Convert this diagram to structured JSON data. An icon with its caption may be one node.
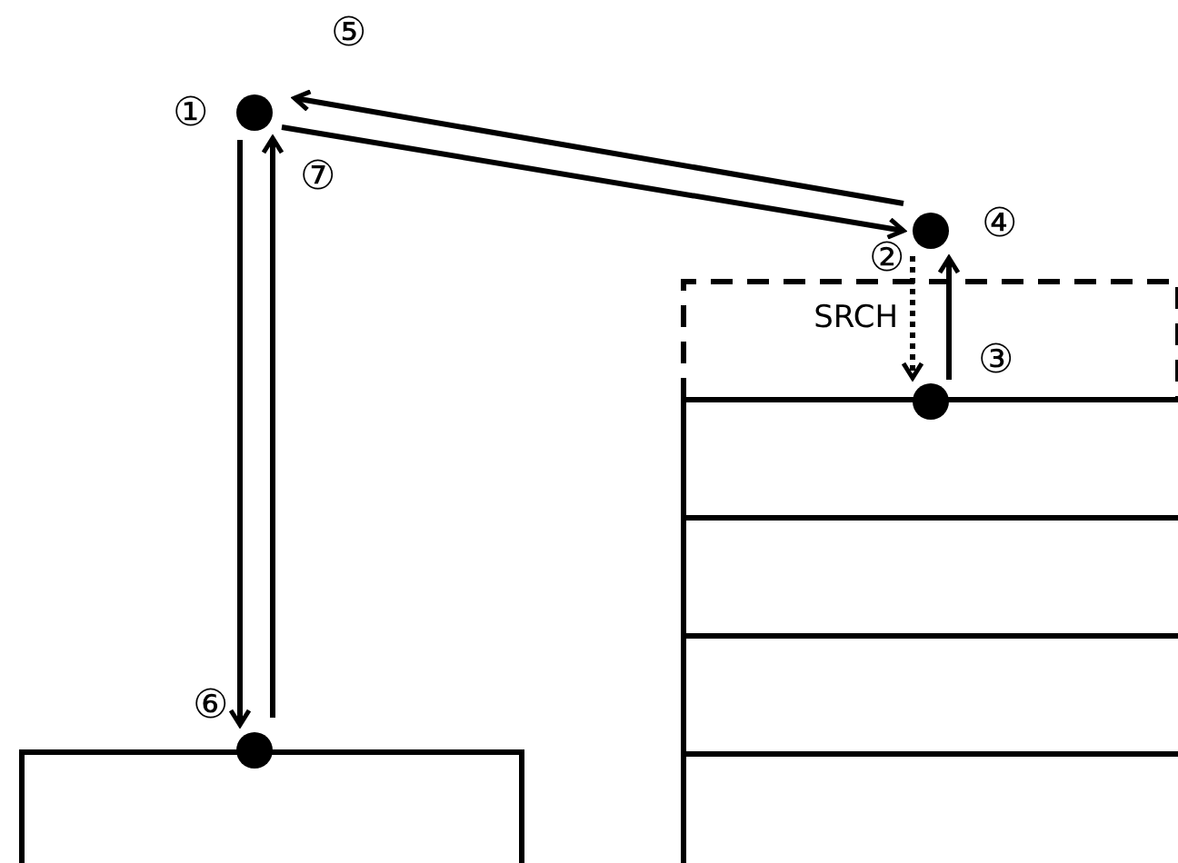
{
  "diagram": {
    "nodes": [
      {
        "text": [],
        "shape": "circle",
        "beside": [
          "⑤",
          "①",
          "⑦"
        ]
      },
      {
        "text": [],
        "shape": "circle",
        "beside": [
          "④",
          "②"
        ]
      },
      {
        "text": [],
        "shape": "circle",
        "beside": [
          "③"
        ]
      },
      {
        "text": [],
        "shape": "circle",
        "beside": [
          "⑥"
        ]
      }
    ],
    "edges": [
      {
        "from": 1,
        "to": 0,
        "arrow": "to"
      },
      {
        "from": 0,
        "to": 1,
        "arrow": "to"
      },
      {
        "from": 1,
        "to": 2,
        "arrow": "to",
        "label": "SRCH",
        "style": "dashed"
      },
      {
        "from": 2,
        "to": 1,
        "arrow": "to"
      },
      {
        "from": 0,
        "to": 3,
        "arrow": "to"
      },
      {
        "from": 3,
        "to": 0,
        "arrow": "to"
      }
    ]
  }
}
